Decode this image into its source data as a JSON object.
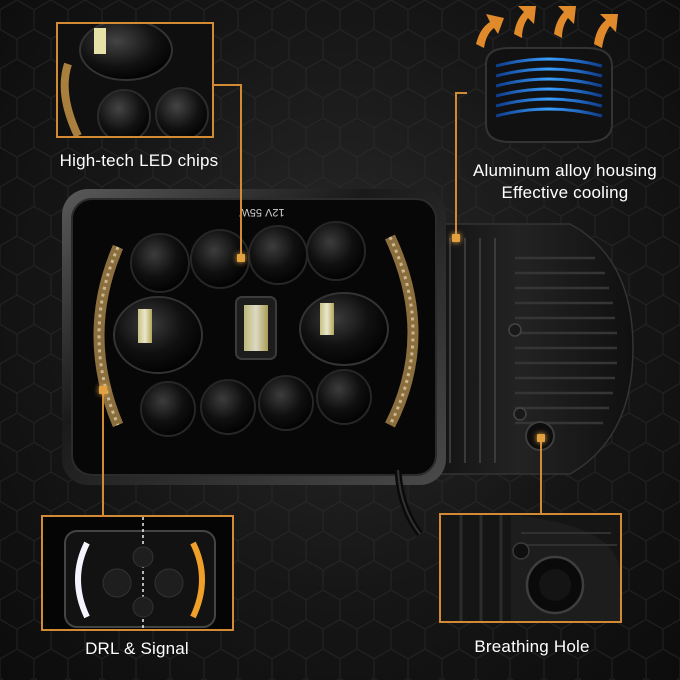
{
  "colors": {
    "accent": "#d38a35",
    "background": "#141414",
    "housing": "#1b1b1b",
    "drl_amber": "#f0a028",
    "drl_white": "#f4f4ff",
    "cooling_blue": "#2f8cff"
  },
  "product": {
    "stamp_text": "12V 55W"
  },
  "callouts": {
    "led_chips": {
      "label": "High-tech LED chips"
    },
    "housing": {
      "line1": "Aluminum alloy housing",
      "line2": "Effective cooling"
    },
    "drl": {
      "label": "DRL & Signal"
    },
    "breathing": {
      "label": "Breathing Hole"
    }
  }
}
